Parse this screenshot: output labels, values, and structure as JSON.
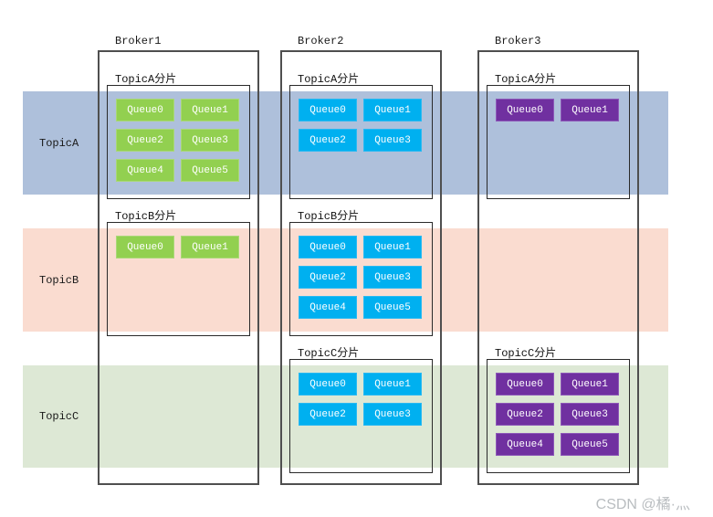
{
  "watermark": {
    "text": "CSDN @橘·灬",
    "color": "#b9bdc0"
  },
  "bands": [
    {
      "label": "TopicA",
      "color": "#aec0db"
    },
    {
      "label": "TopicB",
      "color": "#fadcd0"
    },
    {
      "label": "TopicC",
      "color": "#dde8d5"
    }
  ],
  "brokers": [
    {
      "name": "Broker1",
      "queue_color": "#92d050",
      "queue_border": "#aad878",
      "partitions": [
        {
          "label": "TopicA分片",
          "slot": "A",
          "queues": [
            "Queue0",
            "Queue1",
            "Queue2",
            "Queue3",
            "Queue4",
            "Queue5"
          ]
        },
        {
          "label": "TopicB分片",
          "slot": "B",
          "queues": [
            "Queue0",
            "Queue1"
          ]
        }
      ]
    },
    {
      "name": "Broker2",
      "queue_color": "#00b0f0",
      "queue_border": "#29b9f2",
      "partitions": [
        {
          "label": "TopicA分片",
          "slot": "A",
          "queues": [
            "Queue0",
            "Queue1",
            "Queue2",
            "Queue3"
          ]
        },
        {
          "label": "TopicB分片",
          "slot": "B",
          "queues": [
            "Queue0",
            "Queue1",
            "Queue2",
            "Queue3",
            "Queue4",
            "Queue5"
          ]
        },
        {
          "label": "TopicC分片",
          "slot": "C",
          "queues": [
            "Queue0",
            "Queue1",
            "Queue2",
            "Queue3"
          ]
        }
      ]
    },
    {
      "name": "Broker3",
      "queue_color": "#7030a0",
      "queue_border": "#8d58b8",
      "partitions": [
        {
          "label": "TopicA分片",
          "slot": "A",
          "queues": [
            "Queue0",
            "Queue1"
          ]
        },
        {
          "label": "TopicC分片",
          "slot": "C",
          "queues": [
            "Queue0",
            "Queue1",
            "Queue2",
            "Queue3",
            "Queue4",
            "Queue5"
          ]
        }
      ]
    }
  ]
}
